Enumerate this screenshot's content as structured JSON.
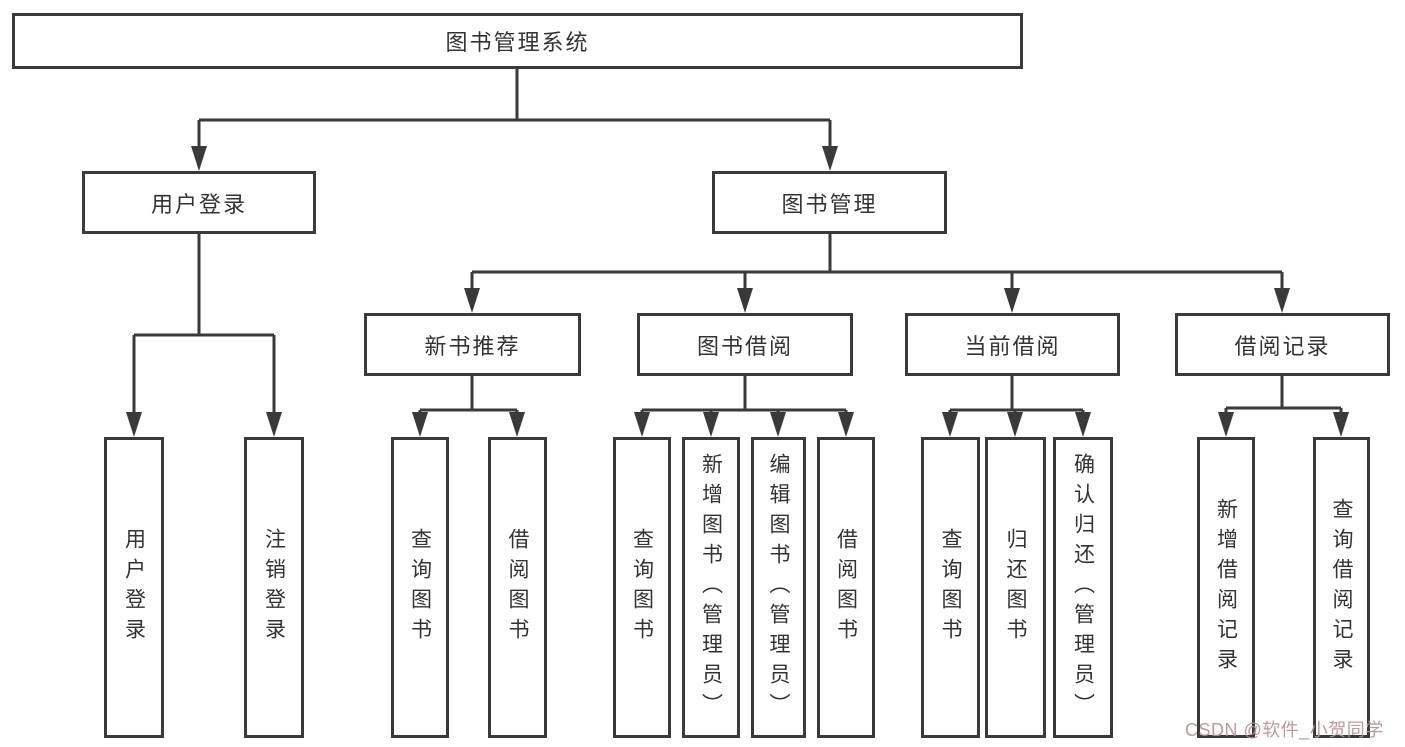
{
  "diagram": {
    "title": "图书管理系统",
    "level2": [
      {
        "label": "用户登录",
        "leaves": [
          "用户登录",
          "注销登录"
        ]
      },
      {
        "label": "图书管理",
        "level3": [
          {
            "label": "新书推荐",
            "leaves": [
              "查询图书",
              "借阅图书"
            ]
          },
          {
            "label": "图书借阅",
            "leaves": [
              "查询图书",
              "新增图书（管理员）",
              "编辑图书（管理员）",
              "借阅图书"
            ]
          },
          {
            "label": "当前借阅",
            "leaves": [
              "查询图书",
              "归还图书",
              "确认归还（管理员）"
            ]
          },
          {
            "label": "借阅记录",
            "leaves": [
              "新增借阅记录",
              "查询借阅记录"
            ]
          }
        ]
      }
    ],
    "watermark": "CSDN @软件_小贺同学",
    "colors": {
      "line": "#3a3a3a",
      "text": "#333333",
      "background": "#ffffff",
      "watermark": "#b99191"
    }
  }
}
